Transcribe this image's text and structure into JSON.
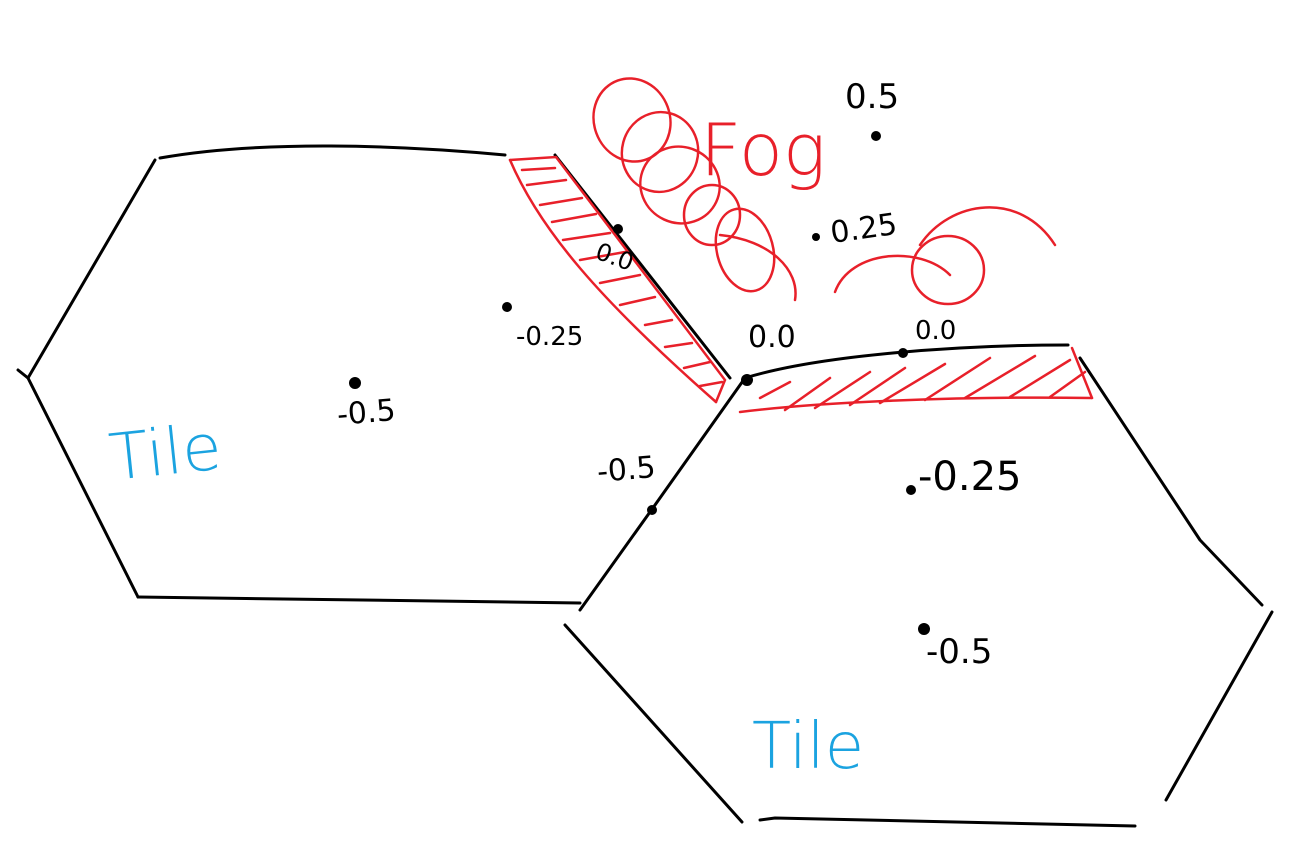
{
  "colors": {
    "outline": "#000000",
    "fog": "#e8202a",
    "tile_text": "#1ba3e0"
  },
  "labels": {
    "tile_left": "Tile",
    "tile_right": "Tile",
    "fog": "Fog"
  },
  "values": {
    "fog_top": "0.5",
    "fog_mid": "0.25",
    "edge_left_top": "0.0",
    "vertex": "0.0",
    "edge_right_top": "0.0",
    "left_inner": "-0.25",
    "left_center": "-0.5",
    "edge_lower": "-0.5",
    "right_inner": "-0.25",
    "right_center": "-0.5"
  }
}
